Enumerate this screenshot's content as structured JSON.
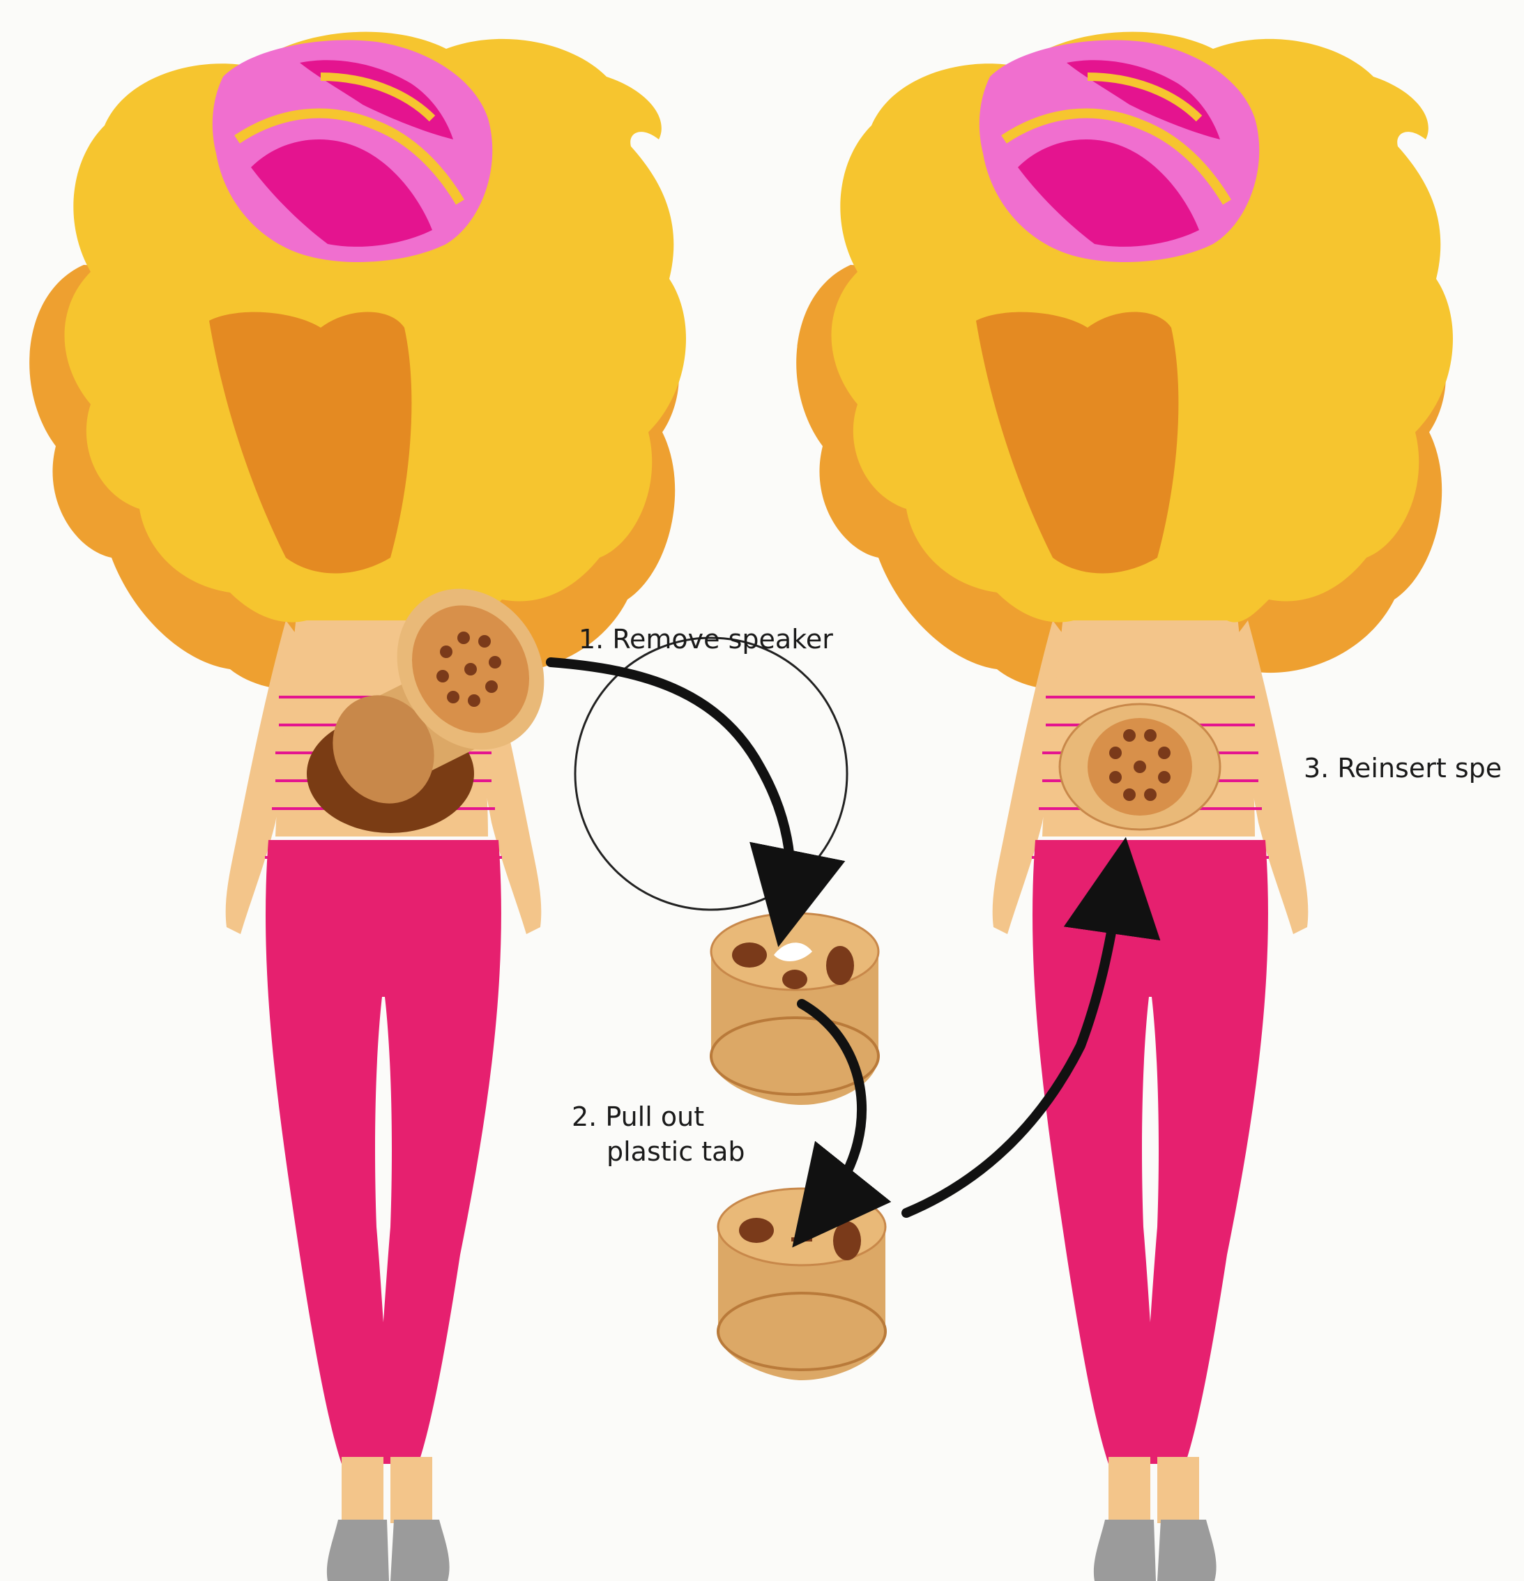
{
  "instructions": {
    "step1": "1. Remove speaker",
    "step2_line1": "2. Pull out",
    "step2_line2": "plastic tab",
    "step3": "3. Reinsert spe"
  },
  "colors": {
    "background": "#fbfbf9",
    "hair_yellow": "#f6c52f",
    "hair_orange": "#eea030",
    "hair_dark_orange": "#e48a22",
    "hair_pink": "#f06fcf",
    "hair_magenta": "#e4148f",
    "skin": "#f3c58a",
    "pants": "#e6206f",
    "socks": "#9b9b9b",
    "speaker_body": "#dca866",
    "speaker_top": "#e9b978",
    "speaker_dot": "#7a3a1a",
    "cavity": "#7a3c14",
    "arrow": "#111111"
  },
  "icons": {
    "speaker": "speaker-icon",
    "arrow": "curved-arrow-icon",
    "doll": "doll-back-illustration"
  }
}
